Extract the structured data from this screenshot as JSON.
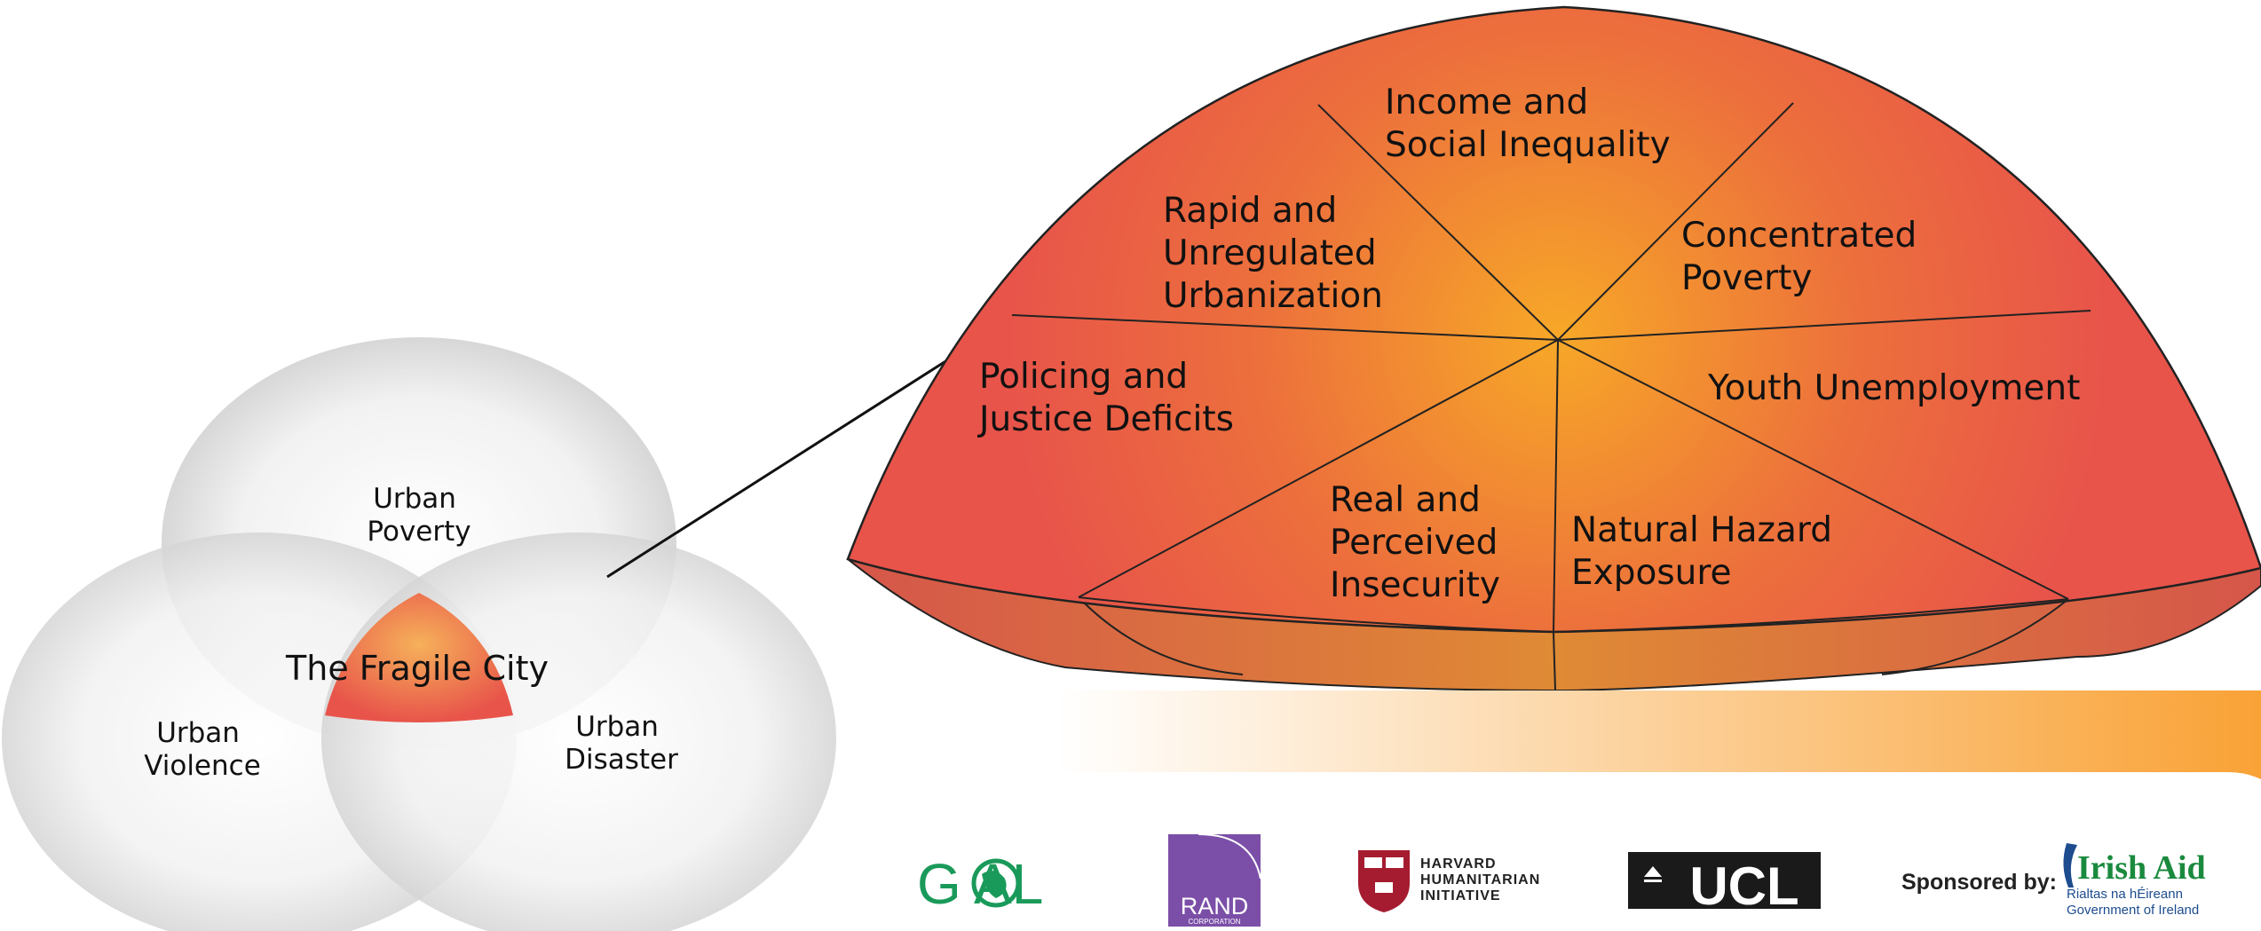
{
  "venn": {
    "top": [
      "Urban",
      "Poverty"
    ],
    "left": [
      "Urban",
      "Violence"
    ],
    "right": [
      "Urban",
      "Disaster"
    ],
    "center": "The Fragile City"
  },
  "segments": {
    "income": [
      "Income and",
      "Social Inequality"
    ],
    "rapid": [
      "Rapid and",
      "Unregulated",
      "Urbanization"
    ],
    "concentrated": [
      "Concentrated",
      "Poverty"
    ],
    "policing": [
      "Policing and",
      "Justice Deficits"
    ],
    "youth": [
      "Youth Unemployment"
    ],
    "insecurity": [
      "Real and",
      "Perceived",
      "Insecurity"
    ],
    "hazard": [
      "Natural Hazard",
      "Exposure"
    ]
  },
  "logos": {
    "goal": "G   AL",
    "rand": "RAND",
    "rand_sub": "CORPORATION",
    "harvard": [
      "HARVARD",
      "HUMANITARIAN",
      "INITIATIVE"
    ],
    "ucl": "UCL",
    "sponsored_by": "Sponsored by:",
    "irish_aid": "Irish Aid",
    "irish_aid_sub": [
      "Rialtas na hÉireann",
      "Government of Ireland"
    ]
  },
  "colors": {
    "segment_outer": "#e8544a",
    "segment_inner": "#f7a828",
    "venn_gray": "#d9d9d9",
    "goal_green": "#1a9a5a",
    "rand_purple": "#7b4fa8",
    "harvard_red": "#a51c30",
    "irish_green": "#1a8a3e",
    "banner_orange": "#f9a236"
  }
}
